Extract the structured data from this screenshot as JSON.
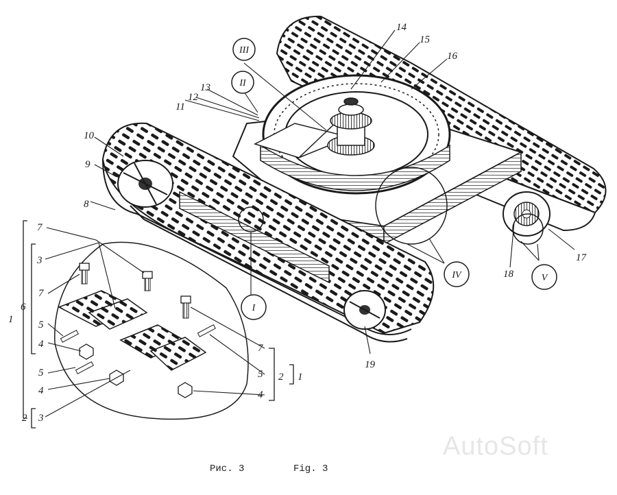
{
  "labels": {
    "l1a": "1",
    "l1b": "1",
    "l2a": "2",
    "l2b": "2",
    "l3a": "3",
    "l3b": "3",
    "l4a": "4",
    "l4b": "4",
    "l4c": "4",
    "l5a": "5",
    "l5b": "5",
    "l5c": "5",
    "l6": "6",
    "l7a": "7",
    "l7b": "7",
    "l7c": "7",
    "l8": "8",
    "l9": "9",
    "l10": "10",
    "l11": "11",
    "l12": "12",
    "l13": "13",
    "l14": "14",
    "l15": "15",
    "l16": "16",
    "l17": "17",
    "l18": "18",
    "l19": "19"
  },
  "roman": {
    "r1": "I",
    "r2": "II",
    "r3": "III",
    "r4": "IV",
    "r5": "V"
  },
  "caption": {
    "ru": "Рис. 3",
    "en": "Fig. 3"
  },
  "watermark": "AutoSoft"
}
